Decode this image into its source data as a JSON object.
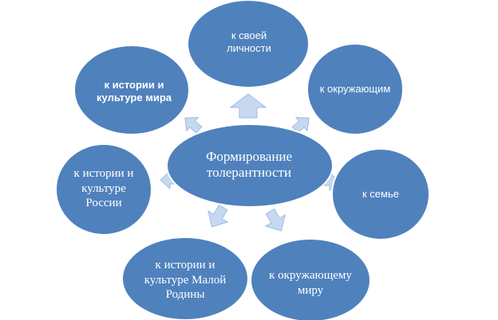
{
  "center": {
    "text": "Формирование толерантности"
  },
  "nodes": [
    {
      "text": "к своей личности"
    },
    {
      "text": "к окружающим"
    },
    {
      "text": "к семье"
    },
    {
      "text": "к окружающему миру"
    },
    {
      "text": "к истории и культуре Малой Родины"
    },
    {
      "text": "к истории и культуре России"
    },
    {
      "text": "к истории и культуре мира"
    }
  ],
  "colors": {
    "circle_fill": "#4f81bd",
    "circle_stroke": "#ffffff",
    "arrow_fill": "#c6d9f1",
    "arrow_stroke": "#9fbbe0",
    "text": "#ffffff"
  }
}
